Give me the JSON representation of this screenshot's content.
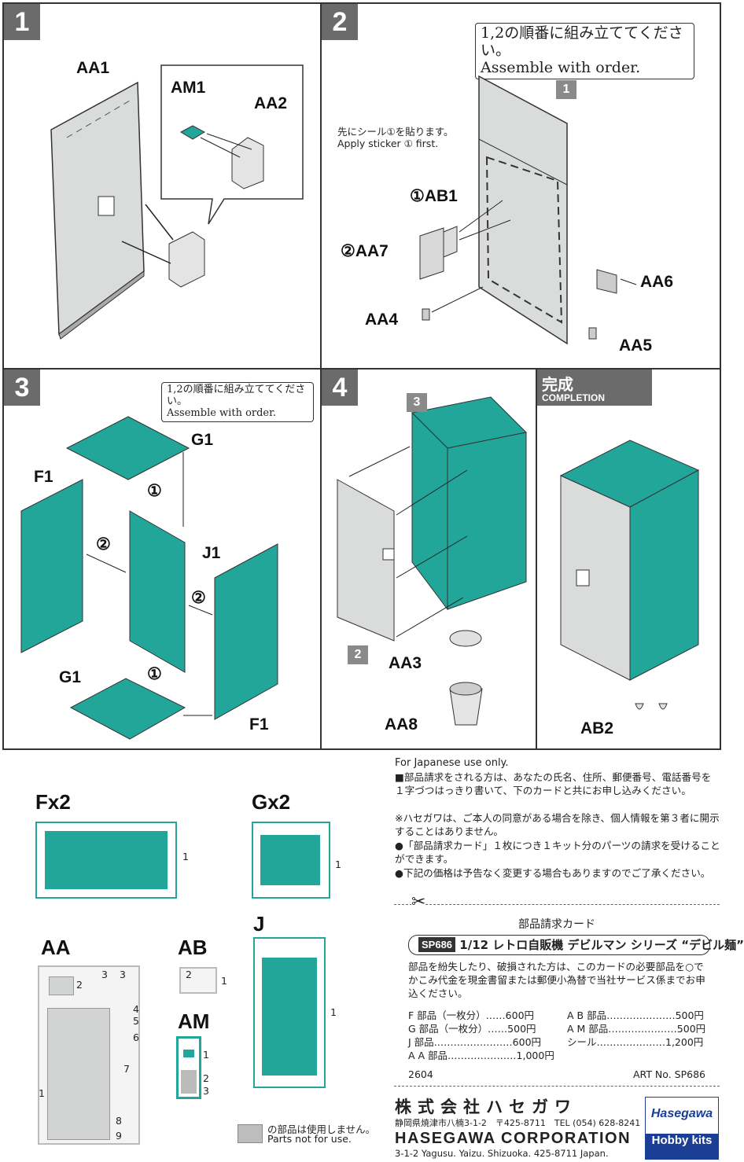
{
  "steps": [
    {
      "number": "1",
      "labels": {
        "aa1": "AA1",
        "am1": "AM1",
        "aa2": "AA2"
      }
    },
    {
      "number": "2",
      "note_jp": "1,2の順番に組み立ててください。",
      "note_en": "Assemble with order.",
      "sticker_jp": "先にシール①を貼ります。",
      "sticker_en": "Apply sticker ① first.",
      "labels": {
        "ab1": "①AB1",
        "aa7": "②AA7",
        "aa6": "AA6",
        "aa4": "AA4",
        "aa5": "AA5"
      },
      "sub_badge": "1"
    },
    {
      "number": "3",
      "note_jp": "1,2の順番に組み立ててください。",
      "note_en": "Assemble with order.",
      "labels": {
        "g1_top": "G1",
        "f1_left": "F1",
        "j1": "J1",
        "g1_bottom": "G1",
        "f1_right": "F1"
      },
      "order_marks": [
        "①",
        "②",
        "②",
        "①"
      ]
    },
    {
      "number": "4",
      "labels": {
        "aa3": "AA3",
        "aa8": "AA8"
      },
      "sub_badges": [
        "3",
        "2"
      ]
    }
  ],
  "completion": {
    "title_jp": "完成",
    "title_en": "COMPLETION",
    "ab2": "AB2"
  },
  "parts": {
    "fx2": "Fx2",
    "gx2": "Gx2",
    "j": "J",
    "aa": "AA",
    "ab": "AB",
    "am": "AM",
    "f_num": "1",
    "g_num": "1",
    "j_num": "1",
    "ab_num": "1",
    "ab_sub": "2",
    "aa_nums": [
      "2",
      "3",
      "3",
      "4",
      "5",
      "6",
      "7",
      "1",
      "8",
      "9"
    ],
    "am_nums": [
      "1",
      "2",
      "3"
    ],
    "legend_jp": "の部品は使用しません。",
    "legend_en": "Parts not for use."
  },
  "japanese_info": {
    "header": "For Japanese use only.",
    "p1": "■部品請求をされる方は、あなたの氏名、住所、郵便番号、電話番号を１字づつはっきり書いて、下のカードと共にお申し込みください。",
    "p2": "※ハセガワは、ご本人の同意がある場合を除き、個人情報を第３者に開示することはありません。",
    "p3": "●「部品請求カード」１枚につき１キット分のパーツの請求を受けることができます。",
    "p4": "●下記の価格は予告なく変更する場合もありますのでご了承ください。"
  },
  "card": {
    "title": "部品請求カード",
    "code": "SP686",
    "product": "1/12 レトロ自販機 デビルマン シリーズ “デビル麺”",
    "desc": "部品を紛失したり、破損された方は、このカードの必要部品を○でかこみ代金を現金書留または郵便小為替で当社サービス係までお申込ください。",
    "prices_left": [
      "F 部品（一枚分）……600円",
      "G 部品（一枚分）……500円",
      "J 部品……………………600円",
      "A A 部品…………………1,000円"
    ],
    "prices_right": [
      "A B 部品…………………500円",
      "A M 部品…………………500円",
      "シール…………………1,200円"
    ],
    "code_num": "2604",
    "art": "ART No. SP686"
  },
  "company": {
    "name_jp": "株式会社ハセガワ",
    "addr_jp": "静岡県焼津市八楠3-1-2　〒425-8711　TEL (054) 628-8241",
    "name_en": "HASEGAWA CORPORATION",
    "addr_en": "3-1-2 Yagusu. Yaizu. Shizuoka. 425-8711 Japan.",
    "logo_brand": "Hasegawa",
    "logo_sub": "Hobby kits"
  },
  "colors": {
    "teal": "#23a69a",
    "grey_part": "#d2d4d4",
    "logo_blue": "#1b3f95"
  }
}
